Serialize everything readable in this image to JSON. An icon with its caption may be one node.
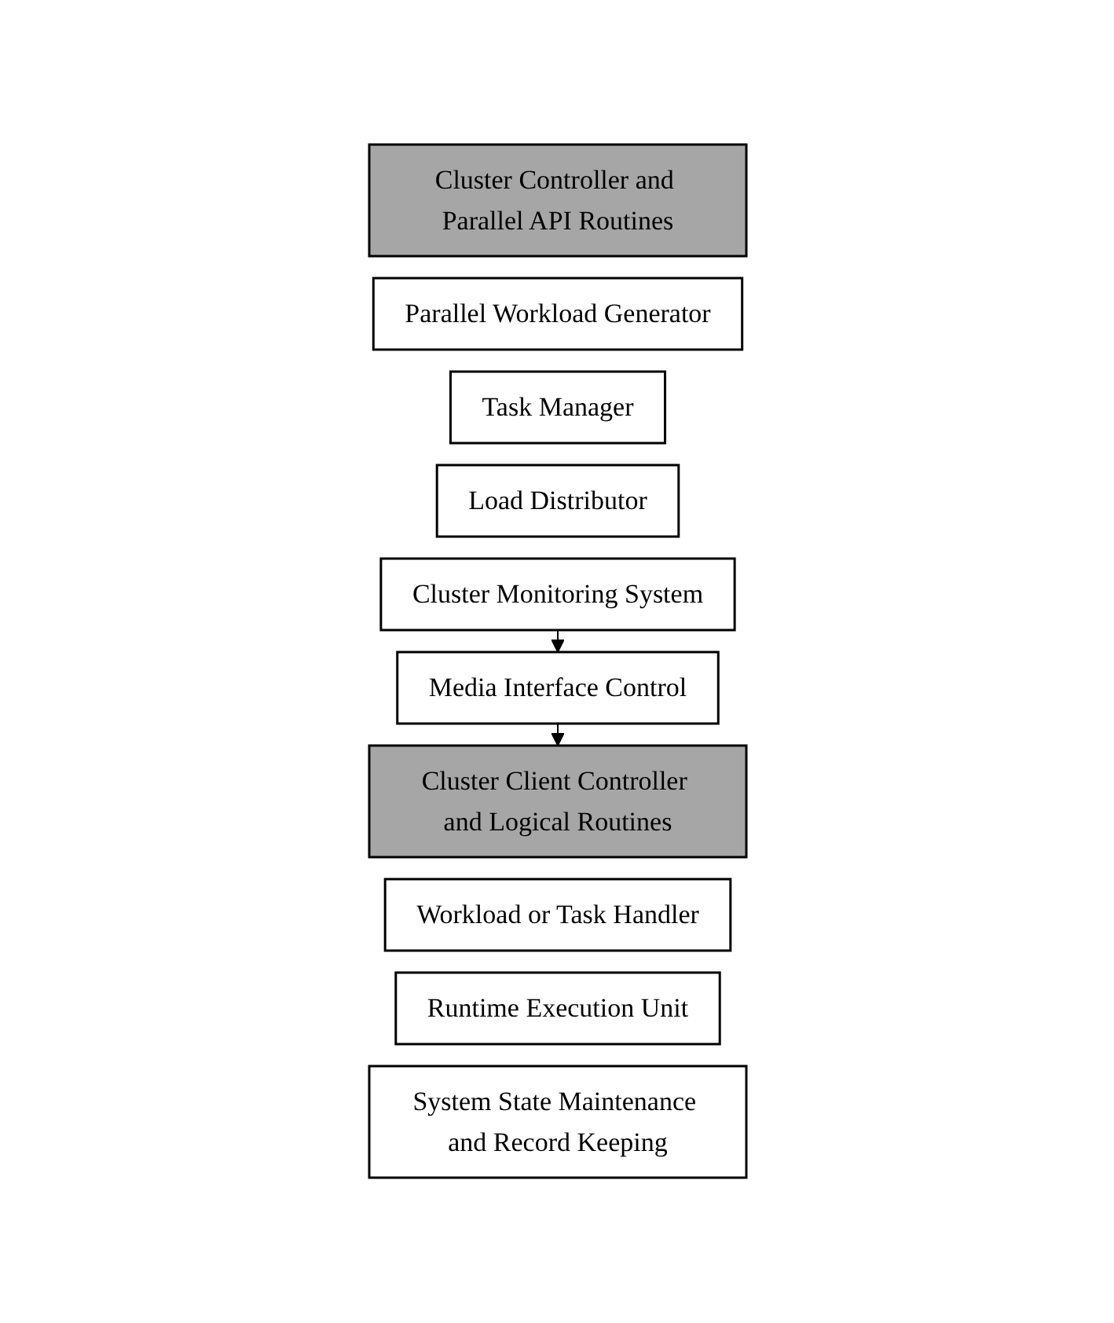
{
  "diagram": {
    "nodes": [
      {
        "text": [
          "Cluster Controller and Parallel API Routines"
        ]
      },
      {
        "text": [
          "Parallel Workload Generator"
        ]
      },
      {
        "text": [
          "Task Manager"
        ]
      },
      {
        "text": [
          "Load Distributor"
        ]
      },
      {
        "text": [
          "Cluster Monitoring System"
        ]
      },
      {
        "text": [
          "Media Interface Control"
        ]
      },
      {
        "text": [
          "Cluster Client Controller and Logical Routines"
        ]
      },
      {
        "text": [
          "Workload or Task Handler"
        ]
      },
      {
        "text": [
          "Runtime Execution Unit"
        ]
      },
      {
        "text": [
          "System State Maintenance and Record Keeping"
        ]
      }
    ],
    "edges": [
      {
        "from": 4,
        "to": 5,
        "arrow": "to"
      },
      {
        "from": 5,
        "to": 6,
        "arrow": "to"
      }
    ]
  }
}
